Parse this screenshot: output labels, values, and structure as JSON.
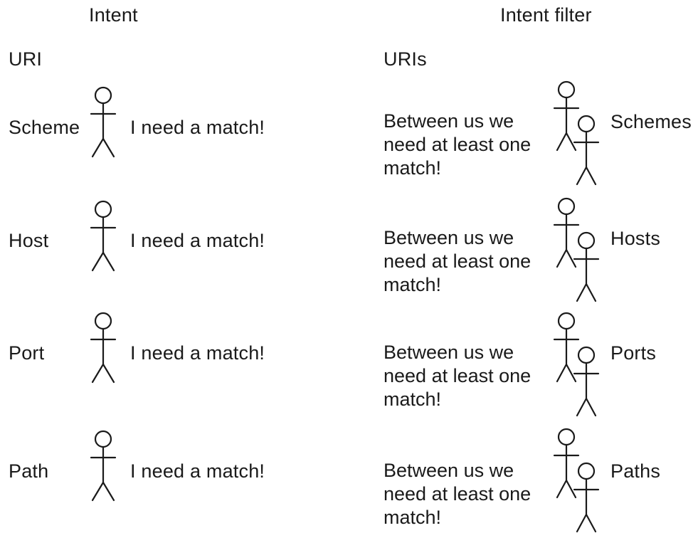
{
  "headers": {
    "left": "Intent",
    "right": "Intent filter"
  },
  "subheaders": {
    "left": "URI",
    "right": "URIs"
  },
  "rows": [
    {
      "label": "Scheme",
      "intent_speech": "I need a match!",
      "filter_speech": [
        "Between us we",
        "need at least one",
        "match!"
      ],
      "filter_label": "Schemes"
    },
    {
      "label": "Host",
      "intent_speech": "I need a match!",
      "filter_speech": [
        "Between us we",
        "need at least one",
        "match!"
      ],
      "filter_label": "Hosts"
    },
    {
      "label": "Port",
      "intent_speech": "I need a match!",
      "filter_speech": [
        "Between us we",
        "need at least one",
        "match!"
      ],
      "filter_label": "Ports"
    },
    {
      "label": "Path",
      "intent_speech": "I need a match!",
      "filter_speech": [
        "Between us we",
        "need at least one",
        "match!"
      ],
      "filter_label": "Paths"
    }
  ],
  "icons": {
    "single": "stick-figure-icon",
    "pair": "stick-figure-pair-icon"
  }
}
